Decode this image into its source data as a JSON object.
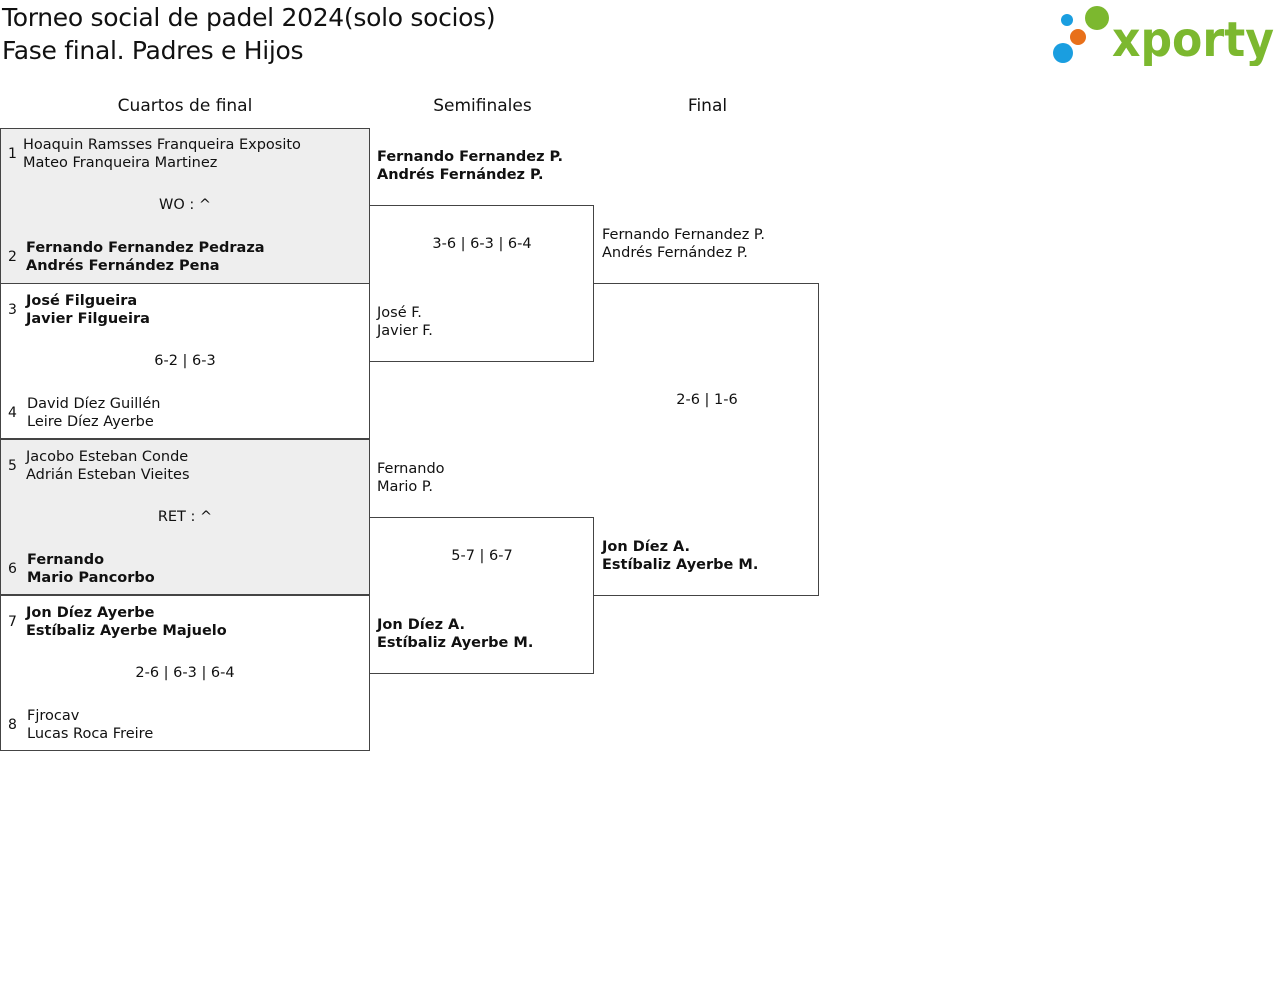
{
  "header": {
    "title_line1": "Torneo social de padel 2024(solo socios)",
    "title_line2": "Fase final. Padres e Hijos",
    "logo_text": "xporty"
  },
  "columns": {
    "quarters": "Cuartos de final",
    "semis": "Semifinales",
    "final": "Final"
  },
  "colors": {
    "logo_green": "#7cb82f",
    "logo_blue": "#1a9ee0",
    "logo_orange": "#e8701a",
    "gray_box": "#eeeeee"
  },
  "quarterfinals": [
    {
      "score": "WO : ^",
      "top": {
        "seed": "1",
        "p1": "Hoaquin Ramsses Franqueira Exposito",
        "p2": "Mateo Franqueira Martinez"
      },
      "bottom": {
        "seed": "2",
        "p1": "Fernando Fernandez Pedraza",
        "p2": "Andrés Fernández Pena"
      }
    },
    {
      "score": "6-2 | 6-3",
      "top": {
        "seed": "3",
        "p1": "José Filgueira",
        "p2": "Javier Filgueira"
      },
      "bottom": {
        "seed": "4",
        "p1": "David Díez Guillén",
        "p2": "Leire Díez Ayerbe"
      }
    },
    {
      "score": "RET : ^",
      "top": {
        "seed": "5",
        "p1": "Jacobo Esteban Conde",
        "p2": "Adrián Esteban Vieites"
      },
      "bottom": {
        "seed": "6",
        "p1": "Fernando",
        "p2": "Mario Pancorbo"
      }
    },
    {
      "score": "2-6 | 6-3 | 6-4",
      "top": {
        "seed": "7",
        "p1": "Jon Díez Ayerbe",
        "p2": "Estíbaliz Ayerbe Majuelo"
      },
      "bottom": {
        "seed": "8",
        "p1": "Fjrocav",
        "p2": "Lucas Roca Freire"
      }
    }
  ],
  "semifinals": [
    {
      "score": "3-6 | 6-3 | 6-4",
      "top": {
        "p1": "Fernando Fernandez P.",
        "p2": "Andrés Fernández P."
      },
      "bottom": {
        "p1": "José F.",
        "p2": "Javier F."
      }
    },
    {
      "score": "5-7 | 6-7",
      "top": {
        "p1": "Fernando",
        "p2": "Mario P."
      },
      "bottom": {
        "p1": "Jon Díez A.",
        "p2": "Estíbaliz Ayerbe M."
      }
    }
  ],
  "final": {
    "score": "2-6 | 1-6",
    "top": {
      "p1": "Fernando Fernandez P.",
      "p2": "Andrés Fernández P."
    },
    "bottom": {
      "p1": "Jon Díez A.",
      "p2": "Estíbaliz Ayerbe M."
    }
  }
}
